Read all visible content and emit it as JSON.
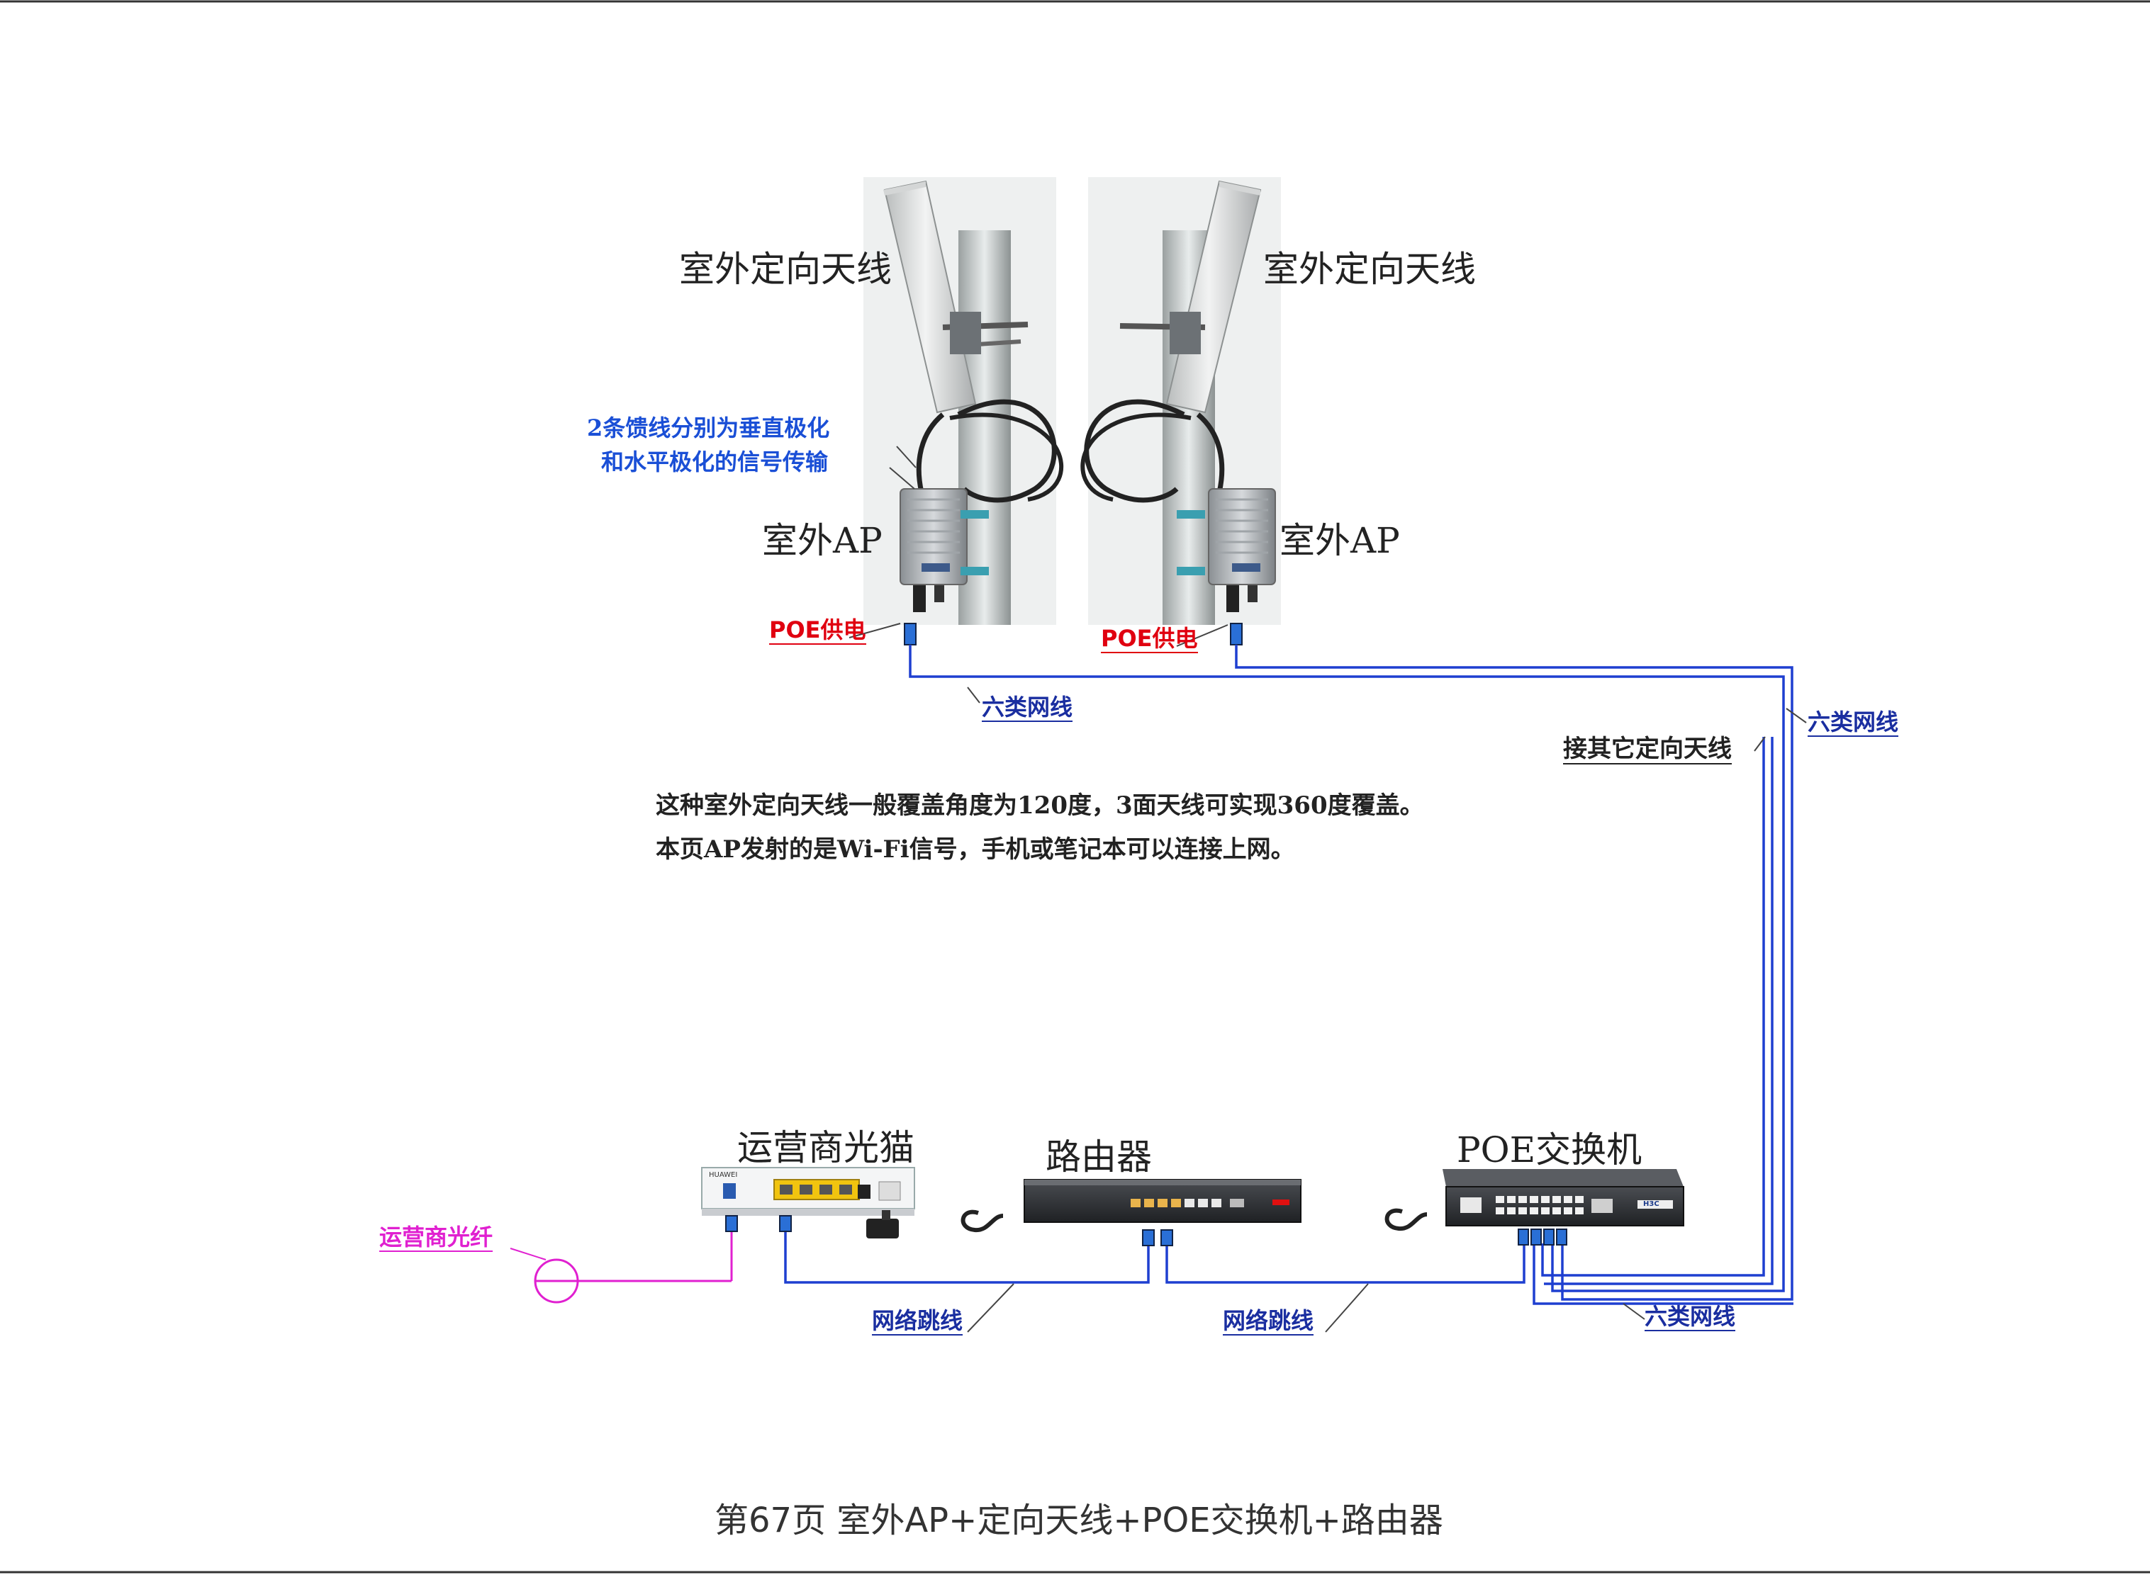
{
  "labels": {
    "antenna_left": "室外定向天线",
    "antenna_right": "室外定向天线",
    "feeder_line1": "2条馈线分别为垂直极化",
    "feeder_line2": "和水平极化的信号传输",
    "ap_left": "室外AP",
    "ap_right": "室外AP",
    "poe_left": "POE供电",
    "poe_right": "POE供电",
    "cat6_top": "六类网线",
    "cat6_right": "六类网线",
    "cat6_bottom": "六类网线",
    "other_antenna": "接其它定向天线",
    "note_line1": "这种室外定向天线一般覆盖角度为120度，3面天线可实现360度覆盖。",
    "note_line2": "本页AP发射的是Wi-Fi信号，手机或笔记本可以连接上网。",
    "modem": "运营商光猫",
    "router": "路由器",
    "poe_switch": "POE交换机",
    "fiber": "运营商光纤",
    "patch_left": "网络跳线",
    "patch_right": "网络跳线",
    "modem_brand": "HUAWEI",
    "switch_brand": "H3C",
    "caption": "第67页  室外AP+定向天线+POE交换机+路由器"
  },
  "colors": {
    "cable_blue": "#1e3fd0",
    "fiber_magenta": "#e020d0",
    "label_red": "#e00010",
    "label_blue": "#1a4fd6"
  }
}
